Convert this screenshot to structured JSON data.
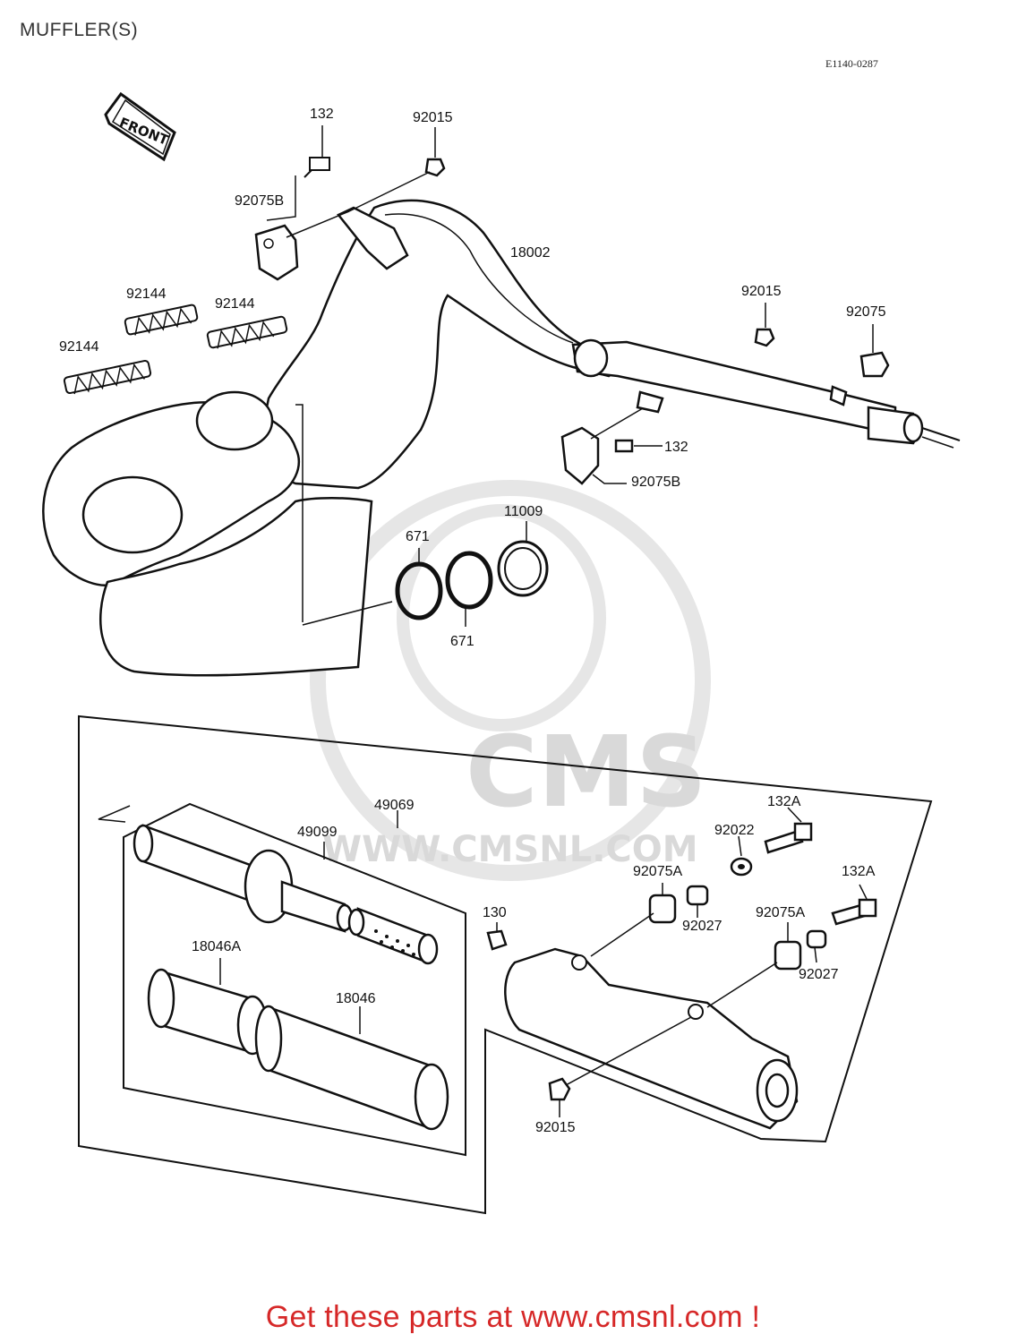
{
  "header": {
    "title": "MUFFLER(S)",
    "drawing_code": "E1140-0287"
  },
  "direction_arrow": "FRONT",
  "watermark": {
    "logo_text": "CMS",
    "url_text": "WWW.CMSNL.COM"
  },
  "part_labels": [
    "132",
    "92015",
    "92075B",
    "18002",
    "92144",
    "92144",
    "92144",
    "92015",
    "92075",
    "132",
    "92075B",
    "11009",
    "671",
    "671",
    "49069",
    "49099",
    "132A",
    "92022",
    "132A",
    "92075A",
    "92027",
    "130",
    "92075A",
    "92027",
    "18046A",
    "18046",
    "92015"
  ],
  "footer": {
    "text": "Get these parts at www.cmsnl.com !"
  }
}
